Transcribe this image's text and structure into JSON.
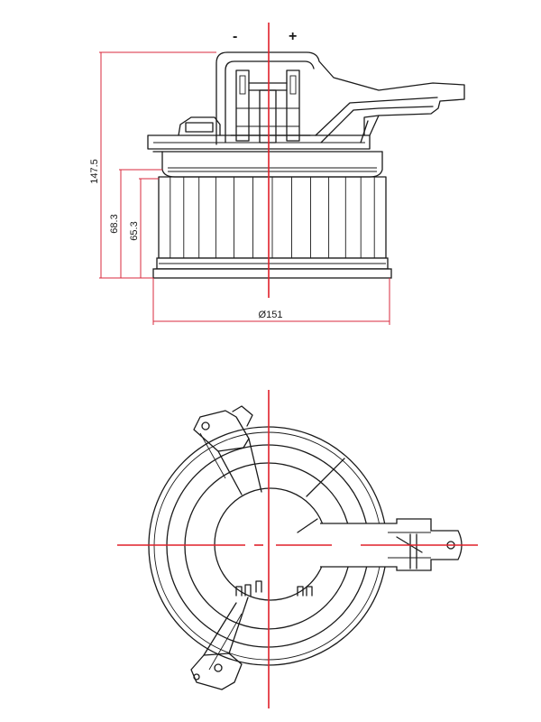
{
  "side_view": {
    "polarity_negative": "-",
    "polarity_positive": "+",
    "dimensions": {
      "overall_height": "147.5",
      "housing_height": "68.3",
      "wheel_height": "65.3",
      "diameter": "Ø151"
    }
  },
  "colors": {
    "outline": "#1a1a1a",
    "dimension_lines": "#d8283c",
    "center_lines": "#e0202a"
  }
}
